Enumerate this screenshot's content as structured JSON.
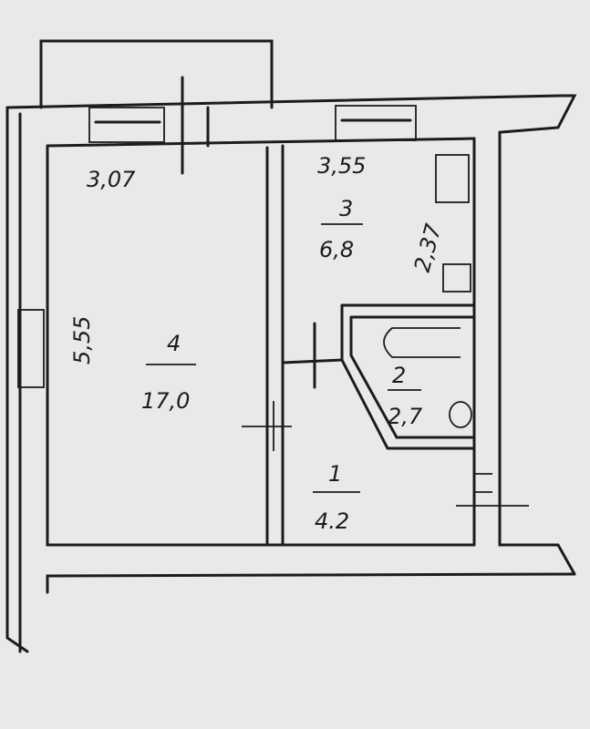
{
  "rooms": [
    {
      "number": "4",
      "area": "17,0",
      "width_label": "3,07",
      "length_label": "5,55"
    },
    {
      "number": "3",
      "area": "6,8",
      "width_label": "3,55",
      "length_label": "2,37"
    },
    {
      "number": "2",
      "area": "2,7"
    },
    {
      "number": "1",
      "area": "4.2"
    }
  ]
}
